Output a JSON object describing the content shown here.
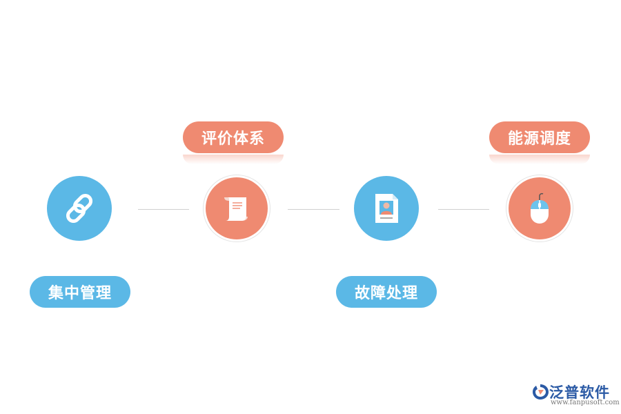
{
  "nodes": [
    {
      "label": "集中管理",
      "icon": "link-icon",
      "color": "#5bb8e6",
      "label_position": "below"
    },
    {
      "label": "评价体系",
      "icon": "scroll-icon",
      "color": "#ef8a71",
      "label_position": "above"
    },
    {
      "label": "故障处理",
      "icon": "profile-document-icon",
      "color": "#5bb8e6",
      "label_position": "below"
    },
    {
      "label": "能源调度",
      "icon": "mouse-icon",
      "color": "#ef8a71",
      "label_position": "above"
    }
  ],
  "brand": {
    "name": "泛普软件",
    "url": "www.fanpusoft.com",
    "icon": "fanpu-logo-icon"
  },
  "colors": {
    "blue": "#5bb8e6",
    "orange": "#ef8a71",
    "connector": "#cfcfcf"
  }
}
